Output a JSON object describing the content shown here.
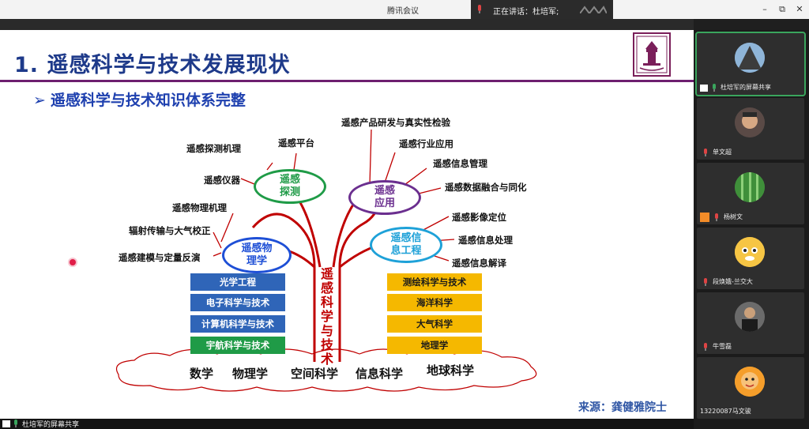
{
  "window": {
    "app_title": "腾讯会议",
    "speaking_label": "正在讲话：杜培军;",
    "min_glyph": "–",
    "max_glyph": "⧉",
    "close_glyph": "✕"
  },
  "slide": {
    "title": "1. 遥感科学与技术发展现状",
    "subtitle": "遥感科学与技术知识体系完整",
    "source": "来源：龚健雅院士",
    "trunk_label": "遥感科学与技术",
    "ovals": {
      "detection": "遥感探测",
      "application": "遥感应用",
      "physics": "遥感物理学",
      "info_eng": "遥感信息工程"
    },
    "detection_labels": [
      "遥感探测机理",
      "遥感平台",
      "遥感仪器"
    ],
    "application_labels": [
      "遥感产品研发与真实性检验",
      "遥感行业应用",
      "遥感信息管理",
      "遥感数据融合与同化"
    ],
    "physics_labels": [
      "遥感物理机理",
      "辐射传输与大气校正",
      "遥感建模与定量反演"
    ],
    "info_eng_labels": [
      "遥感影像定位",
      "遥感信息处理",
      "遥感信息解译"
    ],
    "left_boxes": [
      "光学工程",
      "电子科学与技术",
      "计算机科学与技术",
      "宇航科学与技术"
    ],
    "right_boxes": [
      "测绘科学与技术",
      "海洋科学",
      "大气科学",
      "地理学"
    ],
    "foundations": [
      "数学",
      "物理学",
      "空间科学",
      "信息科学",
      "地球科学"
    ],
    "colors": {
      "title": "#1e3a8a",
      "rule": "#6d1f6f",
      "oval_detection": "#1f9b47",
      "oval_application": "#6b2f8f",
      "oval_physics": "#1e4fd6",
      "oval_info_eng": "#1ea1d8",
      "trunk": "#c00000",
      "box_blue": "#2f65b8",
      "box_green": "#1f9b47",
      "box_yellow": "#f5b800"
    }
  },
  "participants": [
    {
      "name": "杜培军的屏幕共享",
      "icon": "screen-share-icon",
      "active": true
    },
    {
      "name": "单文超",
      "icon": "mic-icon"
    },
    {
      "name": "杨树文",
      "icon": "mic-icon"
    },
    {
      "name": "段焕娥-兰交大",
      "icon": "mic-icon"
    },
    {
      "name": "牛雪磊",
      "icon": "mic-icon"
    },
    {
      "name": "13220087马文骏",
      "icon": "none"
    }
  ],
  "bottom_bar": {
    "label": "杜培军的屏幕共享"
  }
}
